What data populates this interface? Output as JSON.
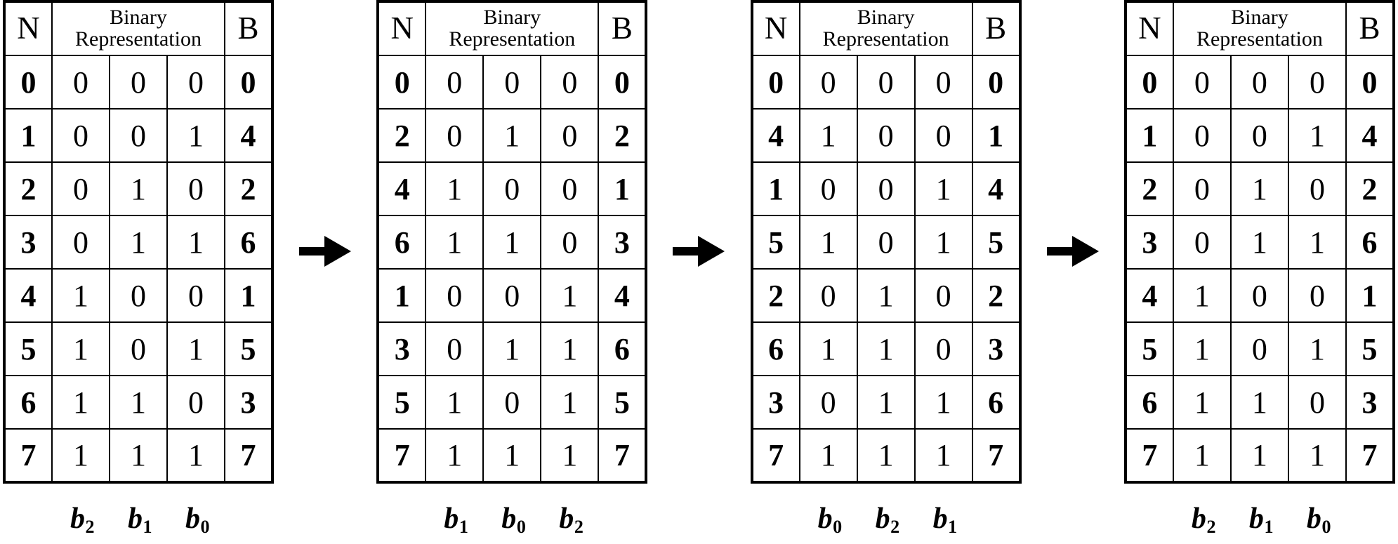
{
  "figure": {
    "arrow_symbol": "right-arrow",
    "arrow_count": 3,
    "table_count": 4,
    "columns": {
      "n_header": "N",
      "binary_header_line1": "Binary",
      "binary_header_line2": "Representation",
      "b_header": "B"
    }
  },
  "tables": [
    {
      "id": "table-1",
      "bit_labels": [
        {
          "base": "b",
          "sub": "2"
        },
        {
          "base": "b",
          "sub": "1"
        },
        {
          "base": "b",
          "sub": "0"
        }
      ],
      "rows": [
        {
          "n": "0",
          "bits": [
            "0",
            "0",
            "0"
          ],
          "b": "0"
        },
        {
          "n": "1",
          "bits": [
            "0",
            "0",
            "1"
          ],
          "b": "4"
        },
        {
          "n": "2",
          "bits": [
            "0",
            "1",
            "0"
          ],
          "b": "2"
        },
        {
          "n": "3",
          "bits": [
            "0",
            "1",
            "1"
          ],
          "b": "6"
        },
        {
          "n": "4",
          "bits": [
            "1",
            "0",
            "0"
          ],
          "b": "1"
        },
        {
          "n": "5",
          "bits": [
            "1",
            "0",
            "1"
          ],
          "b": "5"
        },
        {
          "n": "6",
          "bits": [
            "1",
            "1",
            "0"
          ],
          "b": "3"
        },
        {
          "n": "7",
          "bits": [
            "1",
            "1",
            "1"
          ],
          "b": "7"
        }
      ]
    },
    {
      "id": "table-2",
      "bit_labels": [
        {
          "base": "b",
          "sub": "1"
        },
        {
          "base": "b",
          "sub": "0"
        },
        {
          "base": "b",
          "sub": "2"
        }
      ],
      "rows": [
        {
          "n": "0",
          "bits": [
            "0",
            "0",
            "0"
          ],
          "b": "0"
        },
        {
          "n": "2",
          "bits": [
            "0",
            "1",
            "0"
          ],
          "b": "2"
        },
        {
          "n": "4",
          "bits": [
            "1",
            "0",
            "0"
          ],
          "b": "1"
        },
        {
          "n": "6",
          "bits": [
            "1",
            "1",
            "0"
          ],
          "b": "3"
        },
        {
          "n": "1",
          "bits": [
            "0",
            "0",
            "1"
          ],
          "b": "4"
        },
        {
          "n": "3",
          "bits": [
            "0",
            "1",
            "1"
          ],
          "b": "6"
        },
        {
          "n": "5",
          "bits": [
            "1",
            "0",
            "1"
          ],
          "b": "5"
        },
        {
          "n": "7",
          "bits": [
            "1",
            "1",
            "1"
          ],
          "b": "7"
        }
      ]
    },
    {
      "id": "table-3",
      "bit_labels": [
        {
          "base": "b",
          "sub": "0"
        },
        {
          "base": "b",
          "sub": "2"
        },
        {
          "base": "b",
          "sub": "1"
        }
      ],
      "rows": [
        {
          "n": "0",
          "bits": [
            "0",
            "0",
            "0"
          ],
          "b": "0"
        },
        {
          "n": "4",
          "bits": [
            "1",
            "0",
            "0"
          ],
          "b": "1"
        },
        {
          "n": "1",
          "bits": [
            "0",
            "0",
            "1"
          ],
          "b": "4"
        },
        {
          "n": "5",
          "bits": [
            "1",
            "0",
            "1"
          ],
          "b": "5"
        },
        {
          "n": "2",
          "bits": [
            "0",
            "1",
            "0"
          ],
          "b": "2"
        },
        {
          "n": "6",
          "bits": [
            "1",
            "1",
            "0"
          ],
          "b": "3"
        },
        {
          "n": "3",
          "bits": [
            "0",
            "1",
            "1"
          ],
          "b": "6"
        },
        {
          "n": "7",
          "bits": [
            "1",
            "1",
            "1"
          ],
          "b": "7"
        }
      ]
    },
    {
      "id": "table-4",
      "bit_labels": [
        {
          "base": "b",
          "sub": "2"
        },
        {
          "base": "b",
          "sub": "1"
        },
        {
          "base": "b",
          "sub": "0"
        }
      ],
      "rows": [
        {
          "n": "0",
          "bits": [
            "0",
            "0",
            "0"
          ],
          "b": "0"
        },
        {
          "n": "1",
          "bits": [
            "0",
            "0",
            "1"
          ],
          "b": "4"
        },
        {
          "n": "2",
          "bits": [
            "0",
            "1",
            "0"
          ],
          "b": "2"
        },
        {
          "n": "3",
          "bits": [
            "0",
            "1",
            "1"
          ],
          "b": "6"
        },
        {
          "n": "4",
          "bits": [
            "1",
            "0",
            "0"
          ],
          "b": "1"
        },
        {
          "n": "5",
          "bits": [
            "1",
            "0",
            "1"
          ],
          "b": "5"
        },
        {
          "n": "6",
          "bits": [
            "1",
            "1",
            "0"
          ],
          "b": "3"
        },
        {
          "n": "7",
          "bits": [
            "1",
            "1",
            "1"
          ],
          "b": "7"
        }
      ]
    }
  ]
}
